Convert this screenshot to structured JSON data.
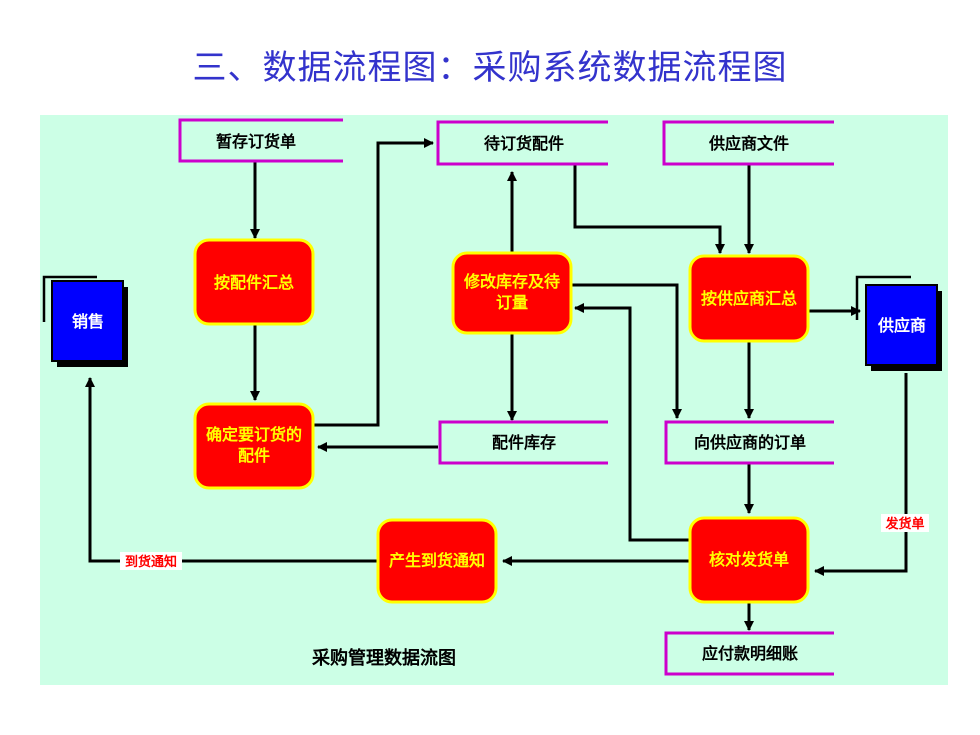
{
  "title": "三、数据流程图：采购系统数据流程图",
  "diagram_caption": "采购管理数据流图",
  "colors": {
    "background": "#ccffe6",
    "process_fill": "#ff0000",
    "process_border": "#ffff00",
    "process_text": "#ffff00",
    "entity_fill": "#0000ff",
    "entity_text": "#ffffff",
    "store_line": "#cc00cc",
    "title": "#3333cc",
    "flow_label_text": "#ff0000"
  },
  "data_stores": {
    "zancun": "暂存订货单",
    "daiding": "待订货配件",
    "gongyingshang_wenjian": "供应商文件",
    "peijian_kucun": "配件库存",
    "dingdan": "向供应商的订单",
    "mingxi": "应付款明细账"
  },
  "processes": {
    "huizong": "按配件汇总",
    "xiugai": [
      "修改库存及待",
      "订量"
    ],
    "gys_huizong": "按供应商汇总",
    "queding": [
      "确定要订货的",
      "配件"
    ],
    "chansheng": "产生到货通知",
    "heduì": "核对发货单"
  },
  "entities": {
    "xiaoshou": "销售",
    "gongyingshang": "供应商"
  },
  "flow_labels": {
    "daohuo_tongzhi": "到货通知",
    "fahuo_dan": "发货单"
  }
}
